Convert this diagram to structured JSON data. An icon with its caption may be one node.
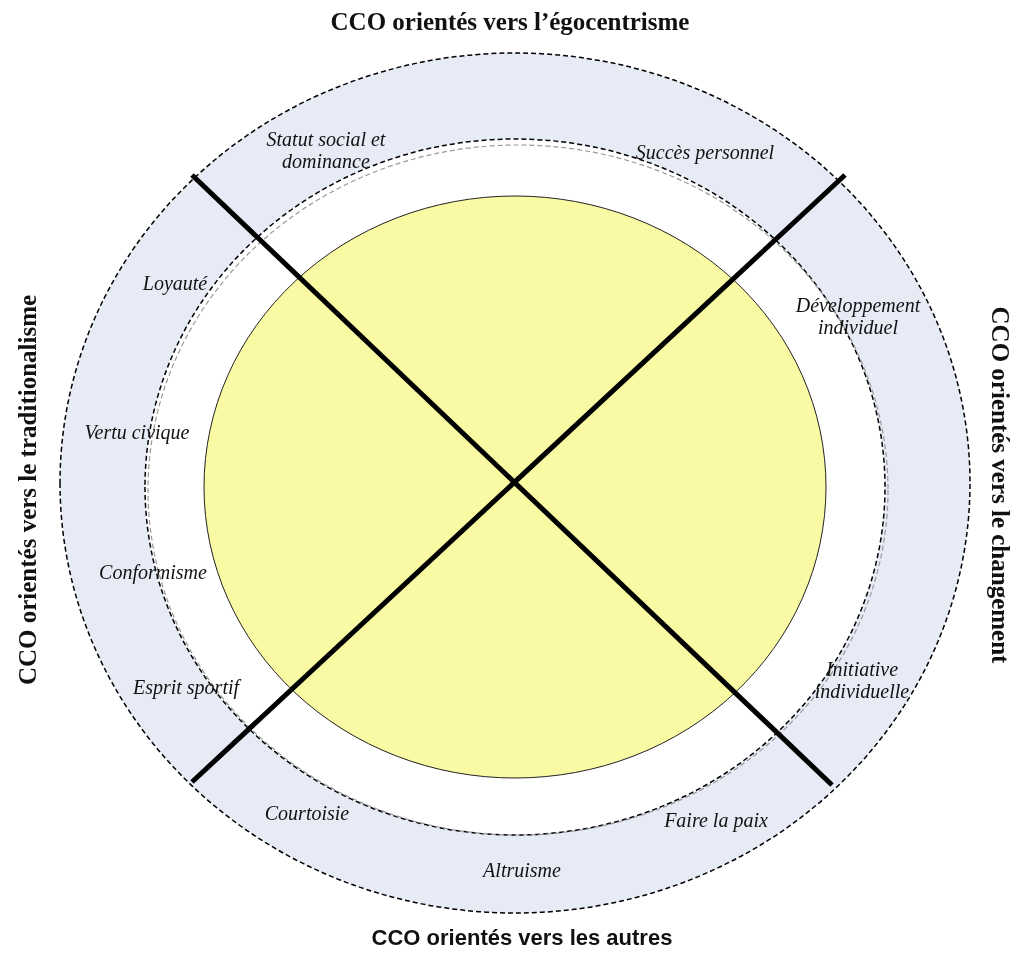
{
  "diagram": {
    "labels": [
      "CCO orientés vers l’égocentrisme",
      "Statut social et dominance",
      "Succès personnel",
      "Loyauté",
      "Développement individuel",
      "CCO orientés vers le traditionalisme",
      "CCO orientés vers le changement",
      "Vertu civique",
      "Conformisme",
      "Initiative individuelle",
      "Esprit sportif",
      "Courtoisie",
      "Faire la paix",
      "Altruisme",
      "CCO orientés vers les autres"
    ]
  }
}
